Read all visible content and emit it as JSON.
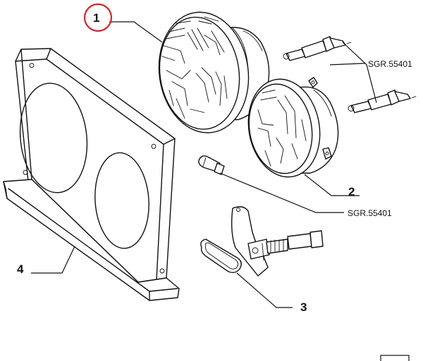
{
  "callouts": [
    {
      "id": "1",
      "label": "1",
      "highlighted": true
    },
    {
      "id": "2",
      "label": "2",
      "highlighted": false
    },
    {
      "id": "3",
      "label": "3",
      "highlighted": false
    },
    {
      "id": "4",
      "label": "4",
      "highlighted": false
    }
  ],
  "references": {
    "bulb_ref_top": "SGR.55401",
    "bulb_ref_mid": "SGR.55401"
  },
  "colors": {
    "line": "#111111",
    "background": "#ffffff",
    "highlight_ring": "#d0262b"
  }
}
